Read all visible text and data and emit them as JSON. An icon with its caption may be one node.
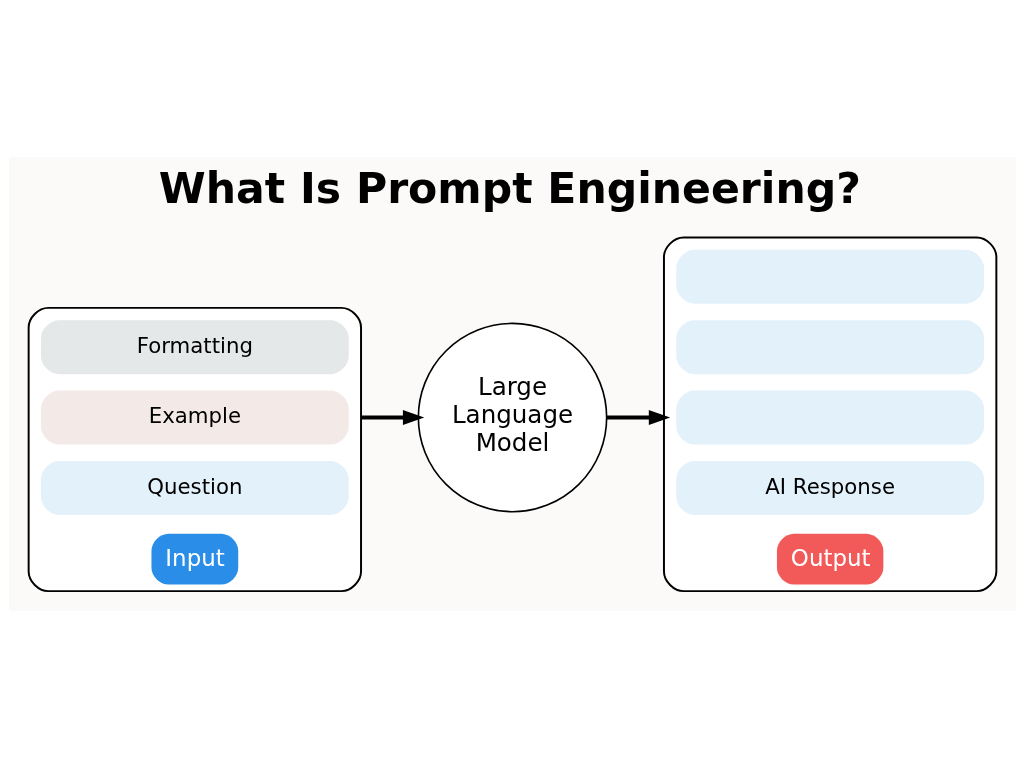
{
  "diagram": {
    "title": "What Is Prompt Engineering?",
    "nodes": [
      {
        "text": [
          "Input"
        ]
      },
      {
        "text": [
          "Question"
        ],
        "in": 0
      },
      {
        "text": [
          "Example"
        ],
        "in": 0
      },
      {
        "text": [
          "Formatting"
        ],
        "in": 0
      },
      {
        "text": [
          "Large Language Model"
        ]
      },
      {
        "text": [
          "Output"
        ]
      },
      {
        "text": [
          "AI Response"
        ],
        "in": 5
      },
      {
        "text": [],
        "shape": "box",
        "in": 5
      },
      {
        "text": [],
        "shape": "box",
        "in": 5
      },
      {
        "text": [],
        "shape": "box",
        "in": 5
      }
    ],
    "edges": [
      {
        "from": 0,
        "to": 4,
        "arrow": "to"
      },
      {
        "from": 4,
        "to": 5,
        "arrow": "to"
      }
    ]
  }
}
